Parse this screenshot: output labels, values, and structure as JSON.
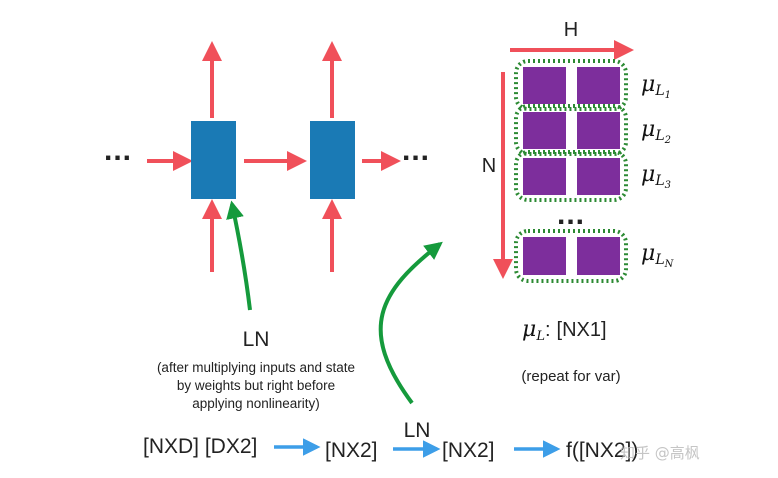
{
  "colors": {
    "red_arrow": "#f0505a",
    "blue_cell": "#1a7ab5",
    "green_arrow": "#159a3c",
    "blue_arrow": "#3d9ee8",
    "purple_cell": "#7d2e9c",
    "green_dotted": "#2c8a33"
  },
  "rnn": {
    "ellipsis_left": "...",
    "ellipsis_right": "..."
  },
  "ln_annotation": {
    "label": "LN",
    "note_line1": "(after multiplying inputs and state",
    "note_line2": "by weights but right before",
    "note_line3": "applying nonlinearity)"
  },
  "matrix": {
    "h_label": "H",
    "n_label": "N",
    "ellipsis": "...",
    "mu_symbol": "μ",
    "mu_sub_base": "L",
    "mu_subs": [
      "1",
      "2",
      "3",
      "N"
    ],
    "mu_summary_label": "[NX1]",
    "mu_summary_colon": ":",
    "repeat_note": "(repeat for var)"
  },
  "pipeline": {
    "step1": "[NXD] [DX2]",
    "step2": "[NX2]",
    "ln_label": "LN",
    "step3": "[NX2]",
    "step4": "f([NX2])"
  },
  "watermark": "知乎 @高枫"
}
